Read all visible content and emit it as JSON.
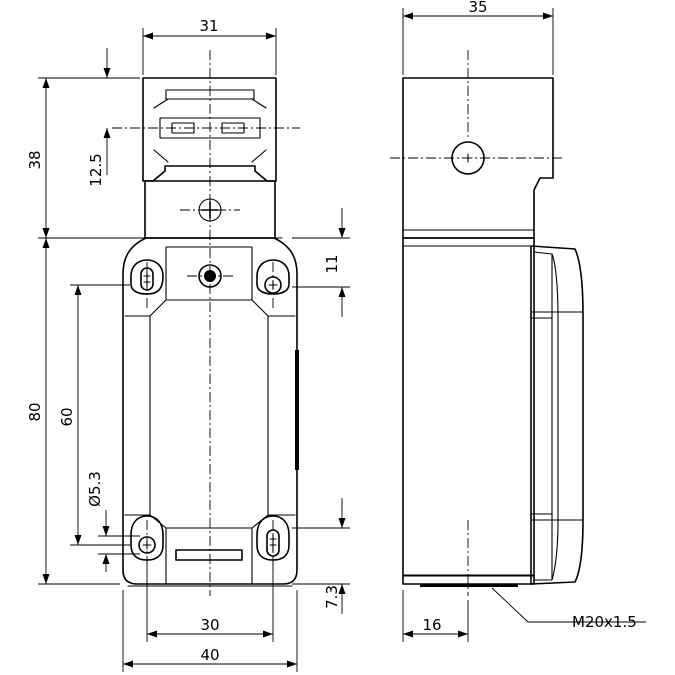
{
  "dimensions": {
    "top_width_front": "31",
    "top_width_side": "35",
    "head_height": "38",
    "slot_offset": "12.5",
    "hole_offset_top": "11",
    "body_height": "80",
    "hole_spacing_vertical": "60",
    "hole_diameter": "Ø5.3",
    "hole_offset_bottom": "7.3",
    "hole_spacing_horizontal": "30",
    "body_width": "40",
    "conduit_offset": "16",
    "conduit_thread": "M20x1.5"
  }
}
